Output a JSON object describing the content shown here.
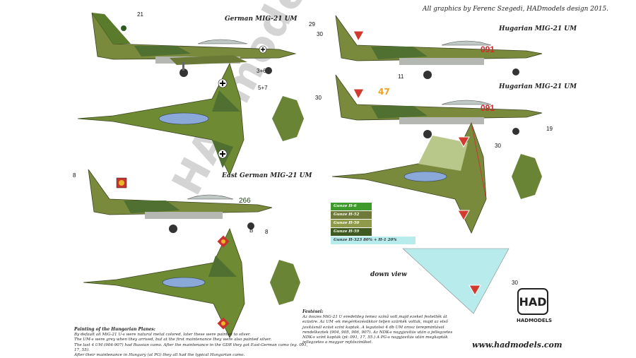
{
  "credit": "All graphics by Ferenc Szegedi, HADmodels design 2015.",
  "profiles": [
    {
      "title": "German MIG-21 UM",
      "number": "",
      "callouts": [
        "21",
        "3+6"
      ]
    },
    {
      "title": "Hugarian MIG-21 UM",
      "number": "091",
      "callouts": [
        "29",
        "30"
      ]
    },
    {
      "title": "Hugarian MIG-21 UM",
      "number": "091",
      "callouts": [
        "11",
        "30",
        "19"
      ]
    },
    {
      "title": "East German MIG-21 UM",
      "number": "266",
      "callouts": [
        "8",
        "B"
      ]
    }
  ],
  "top_views": [
    {
      "callouts": [
        "5+7"
      ]
    },
    {
      "callouts": [
        "30"
      ]
    },
    {
      "callouts": [
        "8"
      ]
    }
  ],
  "down_view": {
    "label": "down view",
    "callout": "30"
  },
  "legend": [
    {
      "label": "Gunze H-6",
      "color": "#3f9a2c"
    },
    {
      "label": "Gunze H-52",
      "color": "#6f7a3a"
    },
    {
      "label": "Gunze H-50",
      "color": "#8f9a4a"
    },
    {
      "label": "Gunze H-59",
      "color": "#3f5a20"
    },
    {
      "label": "Gunze H-323 80% + H-1 20%",
      "color": "#b8ecec"
    }
  ],
  "watermark": "HADmodels",
  "notes_left": {
    "heading": "Painting of the Hungarian Planes:",
    "lines": [
      "By default all MiG-21 U-s were natural metal colored, later these were painted to silver.",
      "The UM-s were grey when they arrived, but at the first maintenance they were also painted silver.",
      "The last 4 UM (904-907) had Russian camo. After the maintenance in the GDR they got East-German camo (eg. 091, 17, 55).",
      "After their maintenance in Hungary (at PG) they all had the typical Hungarian camo."
    ]
  },
  "notes_right": {
    "heading": "Festései:",
    "lines": [
      "Az összes MiG-21 U eredetileg lemez színű volt,majd ezeket festették át",
      "ezüstre. Az UM -ek megérkezésükkor teljen szürkék voltak, majd az első",
      "javításnál ezüst színt kaptak. A legutolsó 4 db UM orosz terepmintával",
      "rendelkeztek (904, 905, 906, 907). Az NDK-s nagyjavítás után a jellegzetes",
      "NDK-s színt kapták (pl: 091, 17, 55.) A PG-s nagyjavítás után megkapták",
      "jellegzetes a magyar rejtőszínüket."
    ]
  },
  "logo": {
    "mark": "HAD",
    "name": "HADMODELS"
  },
  "url": "www.hadmodels.com"
}
